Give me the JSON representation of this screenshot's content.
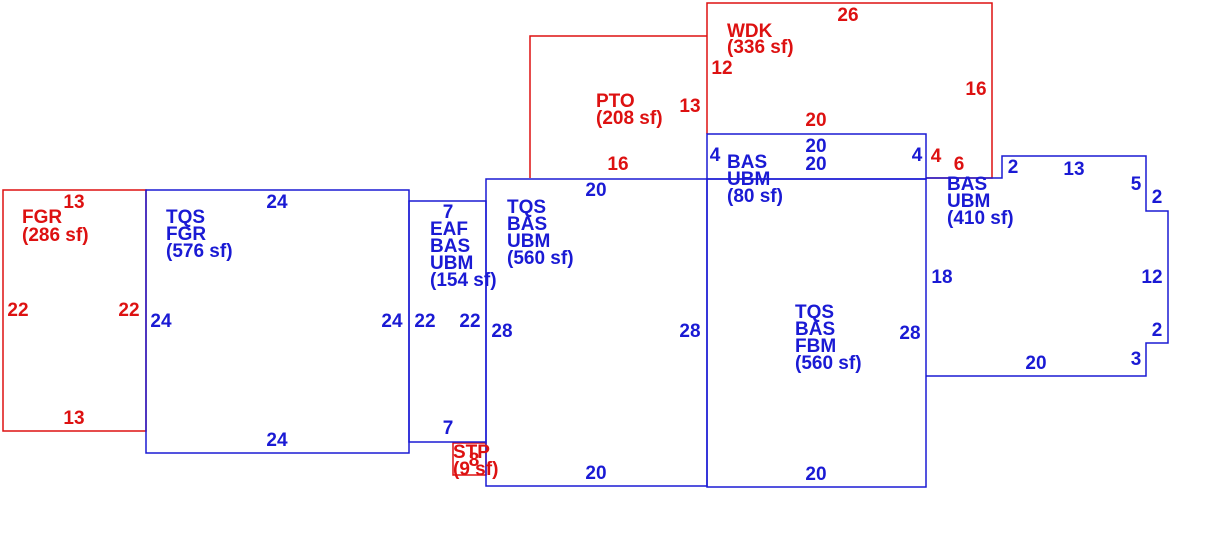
{
  "colors": {
    "red": "#dd1111",
    "blue": "#1a1ad4"
  },
  "areas": [
    {
      "id": "fgr-red",
      "color": "red",
      "lines": [
        "FGR",
        "(286 sf)"
      ]
    },
    {
      "id": "tqs-fgr",
      "color": "blue",
      "lines": [
        "TQS",
        "FGR",
        "(576 sf)"
      ]
    },
    {
      "id": "eaf",
      "color": "blue",
      "lines": [
        "EAF",
        "BAS",
        "UBM",
        "(154 sf)"
      ]
    },
    {
      "id": "tqs-ubm",
      "color": "blue",
      "lines": [
        "TQS",
        "BAS",
        "UBM",
        "(560 sf)"
      ]
    },
    {
      "id": "pto",
      "color": "red",
      "lines": [
        "PTO",
        "(208 sf)"
      ]
    },
    {
      "id": "wdk",
      "color": "red",
      "lines": [
        "WDK",
        "(336 sf)"
      ]
    },
    {
      "id": "bas-80",
      "color": "blue",
      "lines": [
        "BAS",
        "UBM",
        "(80 sf)"
      ]
    },
    {
      "id": "tqs-fbm",
      "color": "blue",
      "lines": [
        "TQS",
        "BAS",
        "FBM",
        "(560 sf)"
      ]
    },
    {
      "id": "bas-410",
      "color": "blue",
      "lines": [
        "BAS",
        "UBM",
        "(410 sf)"
      ]
    },
    {
      "id": "stp",
      "color": "red",
      "lines": [
        "STP",
        "(9 sf)"
      ]
    }
  ],
  "dimensions": [
    {
      "id": "fgr-top",
      "color": "red",
      "text": "13"
    },
    {
      "id": "fgr-bottom",
      "color": "red",
      "text": "13"
    },
    {
      "id": "fgr-left",
      "color": "red",
      "text": "22"
    },
    {
      "id": "fgr-right",
      "color": "red",
      "text": "22"
    },
    {
      "id": "tqsfgr-top",
      "color": "blue",
      "text": "24"
    },
    {
      "id": "tqsfgr-bot",
      "color": "blue",
      "text": "24"
    },
    {
      "id": "tqsfgr-left",
      "color": "blue",
      "text": "24"
    },
    {
      "id": "tqsfgr-right",
      "color": "blue",
      "text": "24"
    },
    {
      "id": "eaf-top",
      "color": "blue",
      "text": "7"
    },
    {
      "id": "eaf-bottom",
      "color": "blue",
      "text": "7"
    },
    {
      "id": "eaf-left",
      "color": "blue",
      "text": "22"
    },
    {
      "id": "eaf-right",
      "color": "blue",
      "text": "22"
    },
    {
      "id": "tqsubm-top",
      "color": "blue",
      "text": "20"
    },
    {
      "id": "tqsubm-bot",
      "color": "blue",
      "text": "20"
    },
    {
      "id": "tqsubm-left",
      "color": "blue",
      "text": "28"
    },
    {
      "id": "tqsubm-right",
      "color": "blue",
      "text": "28"
    },
    {
      "id": "pto-bottom",
      "color": "red",
      "text": "16"
    },
    {
      "id": "pto-right",
      "color": "red",
      "text": "13"
    },
    {
      "id": "wdk-top",
      "color": "red",
      "text": "26"
    },
    {
      "id": "wdk-left",
      "color": "red",
      "text": "12"
    },
    {
      "id": "wdk-right",
      "color": "red",
      "text": "16"
    },
    {
      "id": "wdk-bottom",
      "color": "red",
      "text": "20"
    },
    {
      "id": "wdk-4",
      "color": "red",
      "text": "4"
    },
    {
      "id": "wdk-6",
      "color": "red",
      "text": "6"
    },
    {
      "id": "bas80-top",
      "color": "blue",
      "text": "20"
    },
    {
      "id": "bas80-bot",
      "color": "blue",
      "text": "20"
    },
    {
      "id": "bas80-left",
      "color": "blue",
      "text": "4"
    },
    {
      "id": "bas80-right",
      "color": "blue",
      "text": "4"
    },
    {
      "id": "fbm-right",
      "color": "blue",
      "text": "28"
    },
    {
      "id": "fbm-bottom",
      "color": "blue",
      "text": "20"
    },
    {
      "id": "b410-2a",
      "color": "blue",
      "text": "2"
    },
    {
      "id": "b410-13",
      "color": "blue",
      "text": "13"
    },
    {
      "id": "b410-5",
      "color": "blue",
      "text": "5"
    },
    {
      "id": "b410-2b",
      "color": "blue",
      "text": "2"
    },
    {
      "id": "b410-18",
      "color": "blue",
      "text": "18"
    },
    {
      "id": "b410-12",
      "color": "blue",
      "text": "12"
    },
    {
      "id": "b410-2c",
      "color": "blue",
      "text": "2"
    },
    {
      "id": "b410-3",
      "color": "blue",
      "text": "3"
    },
    {
      "id": "b410-20",
      "color": "blue",
      "text": "20"
    },
    {
      "id": "stp-8",
      "color": "red",
      "text": "8"
    }
  ]
}
